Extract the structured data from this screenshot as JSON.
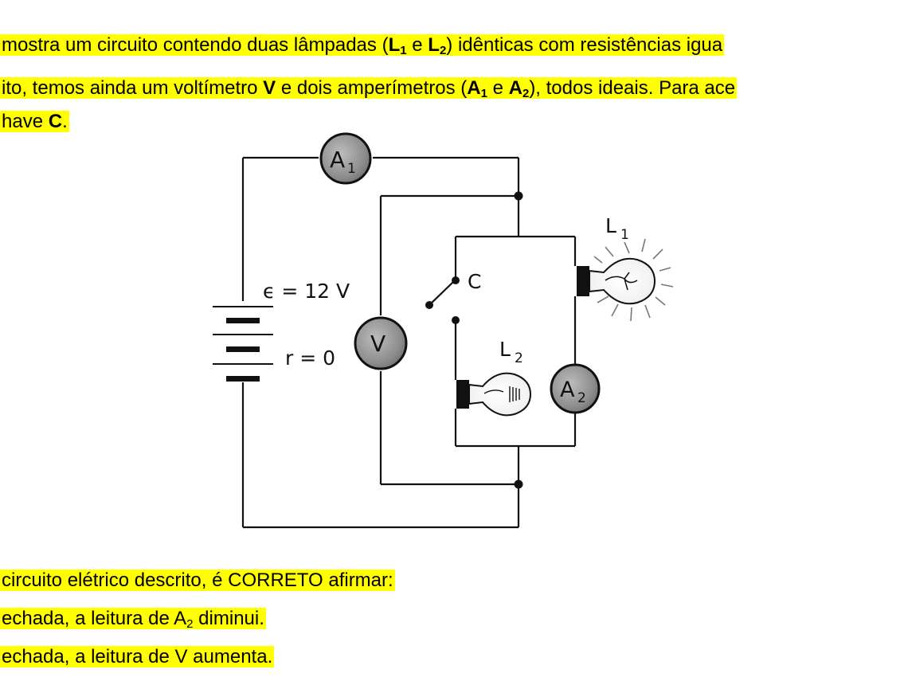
{
  "paragraph": {
    "line1": {
      "t1": "mostra um circuito contendo duas lâmpadas (",
      "L1": "L",
      "L1_sub": "1",
      "t2": " e ",
      "L2": "L",
      "L2_sub": "2",
      "t3": ") idênticas com resistências igua"
    },
    "line2": {
      "t1": "ito, temos ainda um voltímetro ",
      "V": "V",
      "t2": " e dois amperímetros (",
      "A1": "A",
      "A1_sub": "1",
      "t3": " e ",
      "A2": "A",
      "A2_sub": "2",
      "t4": "), todos ideais. Para ace"
    },
    "line3": {
      "t1": "have ",
      "C": "C",
      "t2": "."
    }
  },
  "figure": {
    "ammeter1": {
      "letter": "A",
      "sub": "1"
    },
    "ammeter2": {
      "letter": "A",
      "sub": "2"
    },
    "voltmeter": {
      "letter": "V"
    },
    "emf_label": "ϵ  =  12 V",
    "r_label": "r  =  0",
    "switch_label": "C",
    "lamp1": {
      "letter": "L",
      "sub": "1"
    },
    "lamp2": {
      "letter": "L",
      "sub": "2"
    }
  },
  "question": {
    "stem": "circuito elétrico descrito, é CORRETO afirmar:",
    "option1": {
      "pre": "echada, a leitura de A",
      "sub": "2",
      "post": " diminui."
    },
    "option2": {
      "text": "echada, a leitura de V aumenta."
    }
  }
}
